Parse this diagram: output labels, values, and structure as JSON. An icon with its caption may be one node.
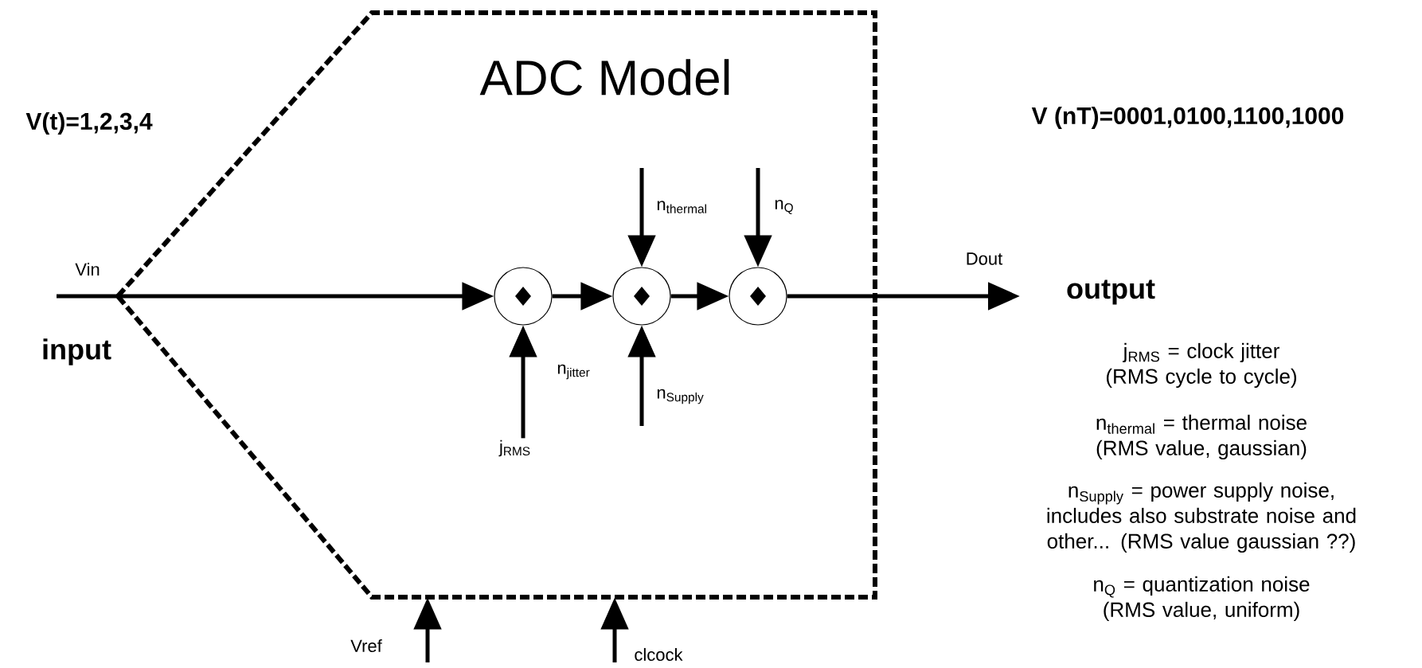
{
  "diagram": {
    "nodes": [
      {
        "text": [
          "ADC Model"
        ]
      },
      {
        "text": [],
        "shape": "circle",
        "in": 0
      },
      {
        "text": [],
        "shape": "circle",
        "in": 0
      },
      {
        "text": [],
        "shape": "circle",
        "in": 0
      },
      {
        "text": [
          "j$_{RMS}$"
        ],
        "in": 0
      }
    ],
    "edges": [
      {
        "from": null,
        "to": 1,
        "arrow": "to",
        "label": "Vin"
      },
      {
        "from": 1,
        "to": 2,
        "arrow": "to"
      },
      {
        "from": 2,
        "to": 3,
        "arrow": "to"
      },
      {
        "from": 3,
        "to": null,
        "arrow": "to",
        "label": "Dout"
      },
      {
        "from": null,
        "to": 2,
        "arrow": "to",
        "label": "n$_{thermal}$"
      },
      {
        "from": null,
        "to": 3,
        "arrow": "to",
        "label": "n$_{Q}$"
      },
      {
        "from": 4,
        "to": 1,
        "arrow": "to",
        "label": "n$_{jitter}$"
      },
      {
        "from": null,
        "to": 2,
        "arrow": "to",
        "label": "n$_{Supply}$"
      },
      {
        "from": null,
        "to": 0,
        "arrow": "to",
        "label": "Vref"
      },
      {
        "from": null,
        "to": 0,
        "arrow": "to",
        "label": "clcock"
      }
    ],
    "labels": [
      "V(t)=1,2,3,4",
      "V (nT)=0001,0100,1100,1000",
      "input",
      "output",
      "j$_{RMS}$ = clock jitter (RMS cycle to cycle)",
      "n$_{thermal}$ = thermal noise (RMS value, gaussian)",
      "n$_{Supply}$ = power supply noise, includes also substrate noise and other... (RMS value gaussian ??)",
      "n$_{Q}$ = quantization noise (RMS value, uniform)"
    ]
  }
}
